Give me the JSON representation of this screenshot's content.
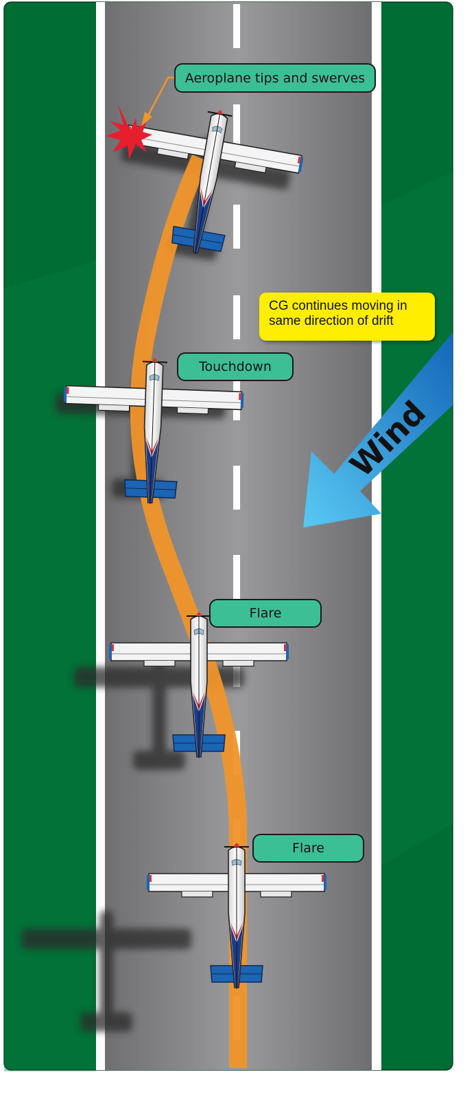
{
  "labels": {
    "tips": "Aeroplane tips and swerves",
    "touchdown": "Touchdown",
    "flare1": "Flare",
    "flare2": "Flare",
    "cg_note_line1": "CG continues moving in",
    "cg_note_line2": "same direction of drift",
    "wind": "Wind"
  },
  "colors": {
    "grass": "#006d35",
    "runway": "#8e8e90",
    "path": "#f0952a",
    "label_fill": "#3dbf96",
    "note_fill": "#ffee00",
    "wind_arrow": "#2a8fd8",
    "tail": "#1c64b4"
  }
}
